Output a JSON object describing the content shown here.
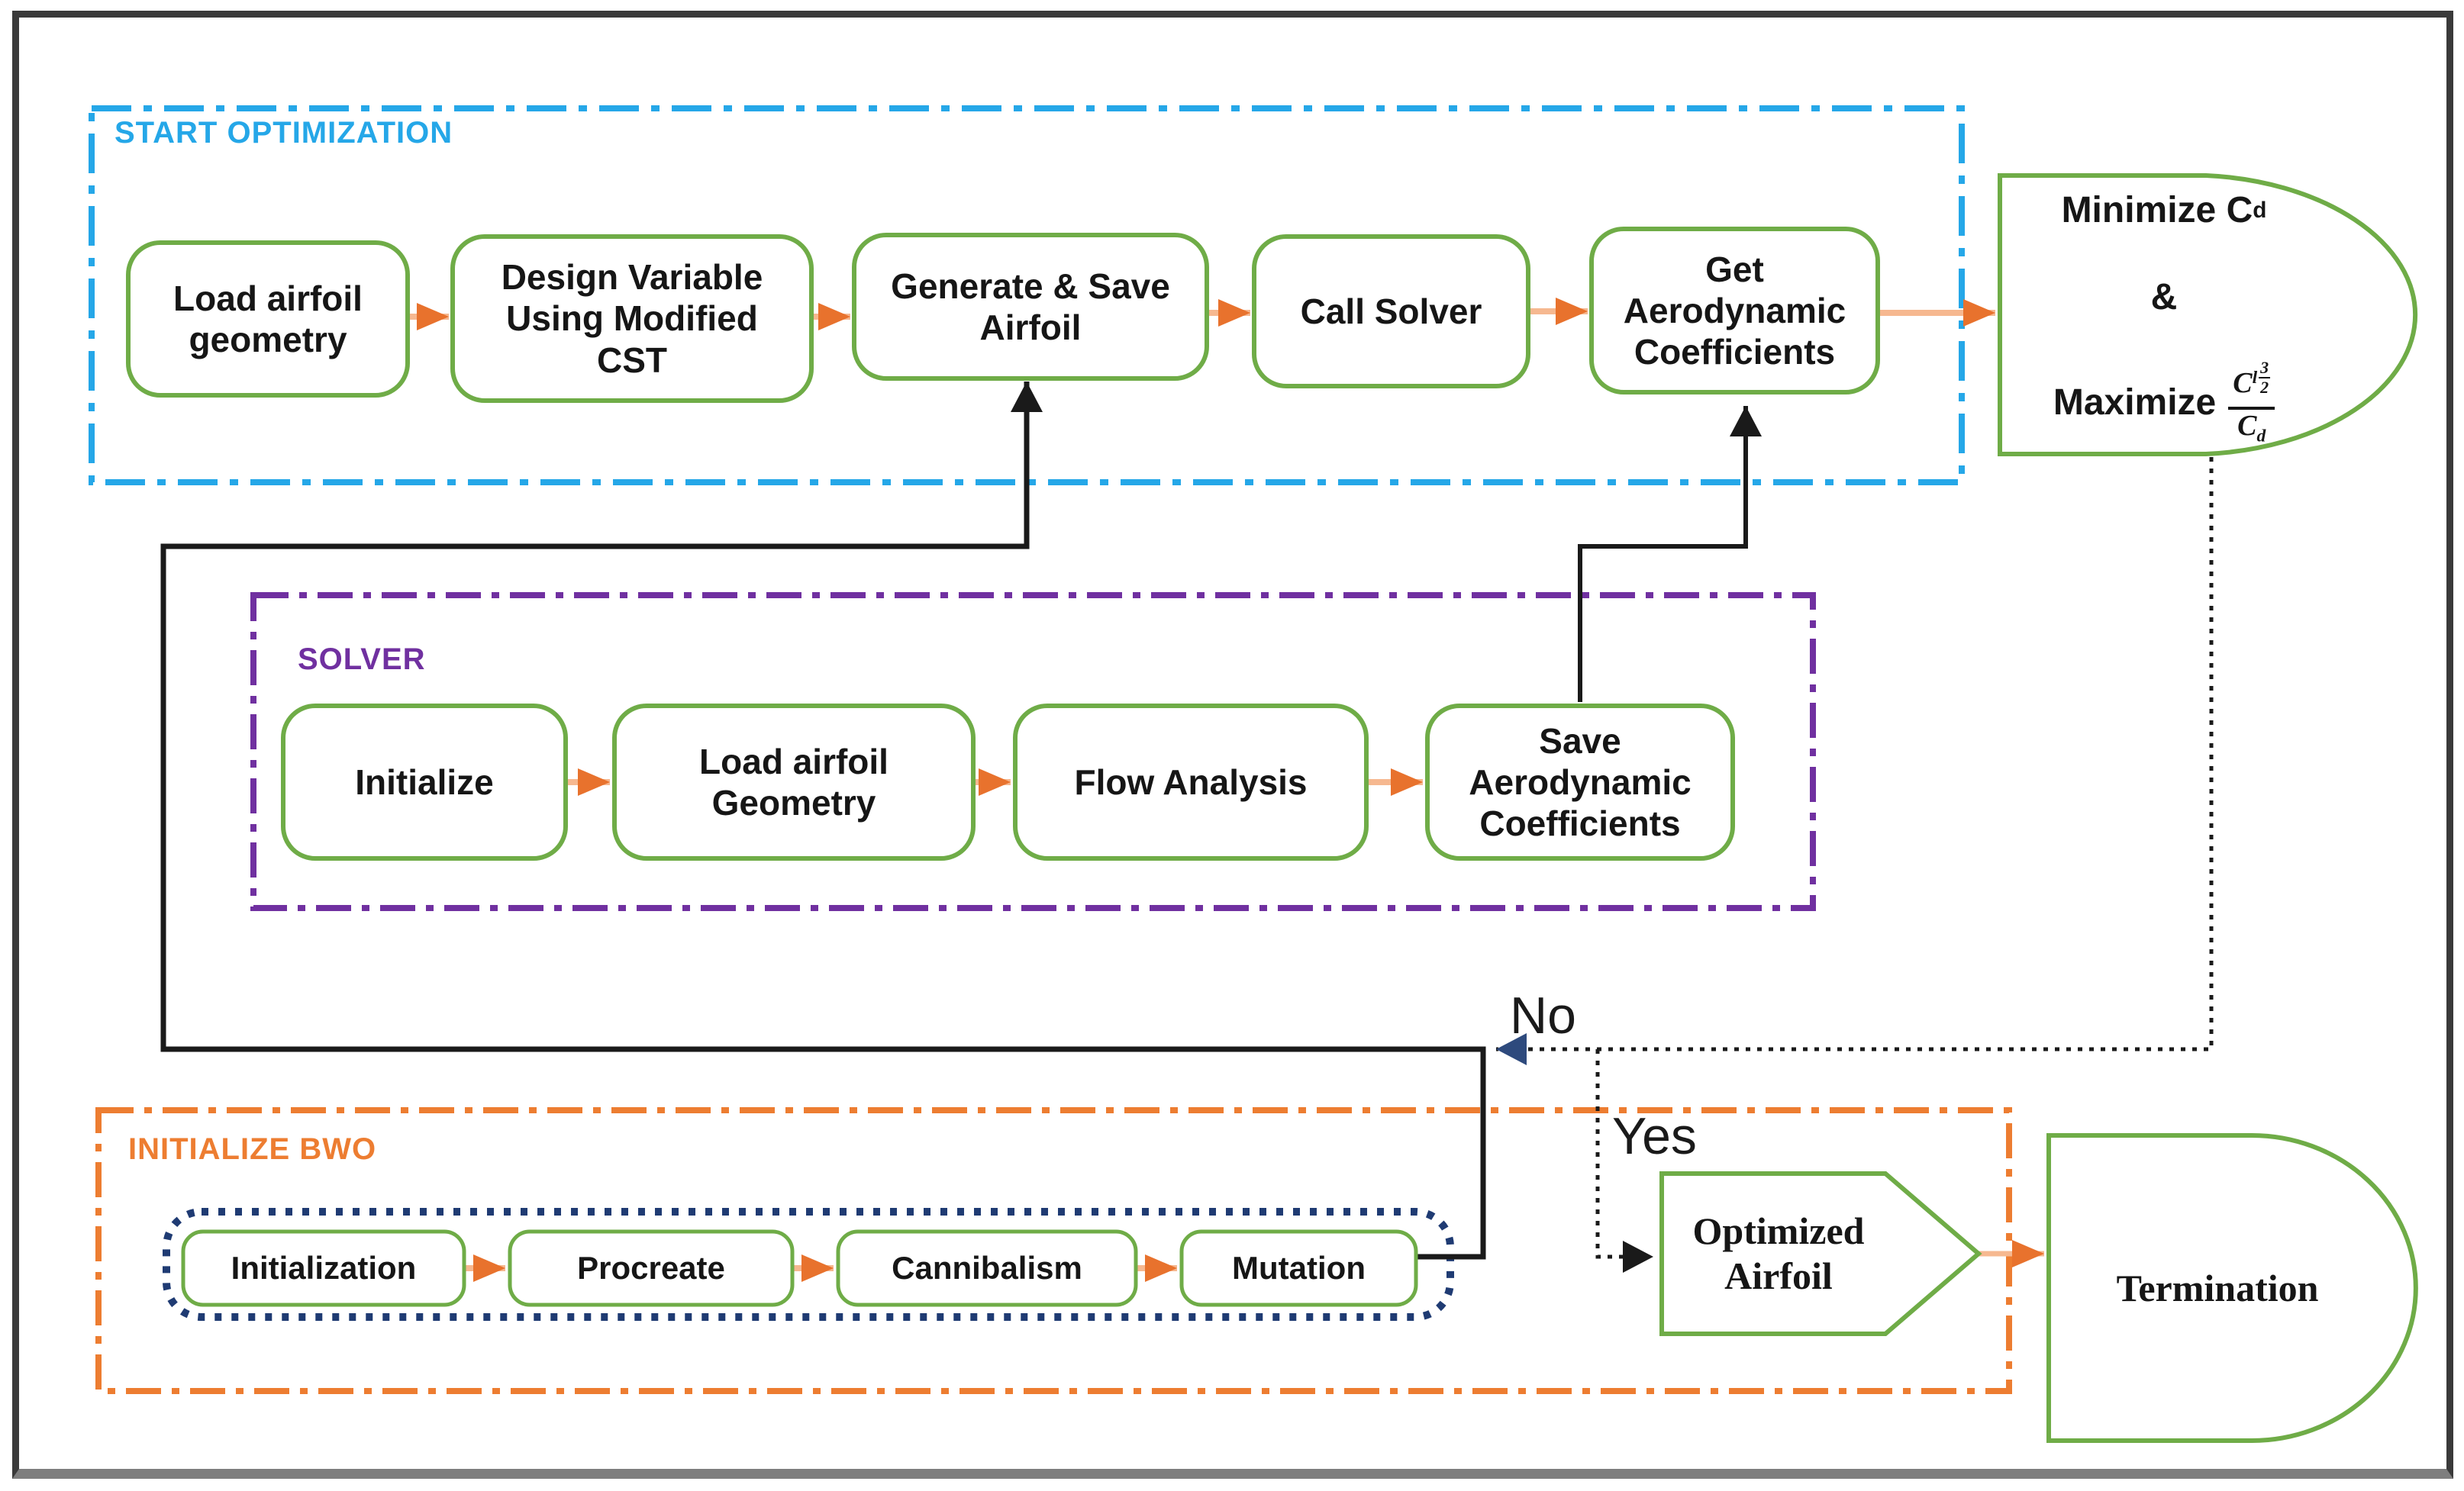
{
  "colors": {
    "region_blue": "#25a7e8",
    "region_purple": "#7030a0",
    "region_orange": "#ed7d31",
    "inner_navy": "#1f3b73",
    "node_green": "#6fac47",
    "arrow_line": "#f6b890",
    "arrow_head": "#e8722d",
    "loop_line": "#1a1a1a",
    "no_arrow_head": "#2e4a7d",
    "frame_border": "#3a3a3a"
  },
  "regions": {
    "start_optimization": {
      "label": "START OPTIMIZATION"
    },
    "solver": {
      "label": "SOLVER"
    },
    "initialize_bwo": {
      "label": "INITIALIZE BWO"
    }
  },
  "optimization_row": [
    {
      "label": "Load airfoil geometry"
    },
    {
      "label": "Design Variable Using Modified CST"
    },
    {
      "label": "Generate & Save Airfoil"
    },
    {
      "label": "Call Solver"
    },
    {
      "label": "Get Aerodynamic Coefficients"
    }
  ],
  "solver_row": [
    {
      "label": "Initialize"
    },
    {
      "label": "Load airfoil Geometry"
    },
    {
      "label": "Flow Analysis"
    },
    {
      "label": "Save Aerodynamic Coefficients"
    }
  ],
  "bwo_row": [
    {
      "label": "Initialization"
    },
    {
      "label": "Procreate"
    },
    {
      "label": "Cannibalism"
    },
    {
      "label": "Mutation"
    }
  ],
  "objective": {
    "minimize_text": "Minimize C",
    "minimize_sub": "d",
    "ampersand": "&",
    "maximize_text": "Maximize",
    "fraction": {
      "num_base": "C",
      "num_sub": "l",
      "exp_top": "3",
      "exp_bottom": "2",
      "den_base": "C",
      "den_sub": "d"
    }
  },
  "decision": {
    "no_label": "No",
    "yes_label": "Yes"
  },
  "terminals": {
    "optimized_airfoil": "Optimized Airfoil",
    "termination": "Termination"
  }
}
